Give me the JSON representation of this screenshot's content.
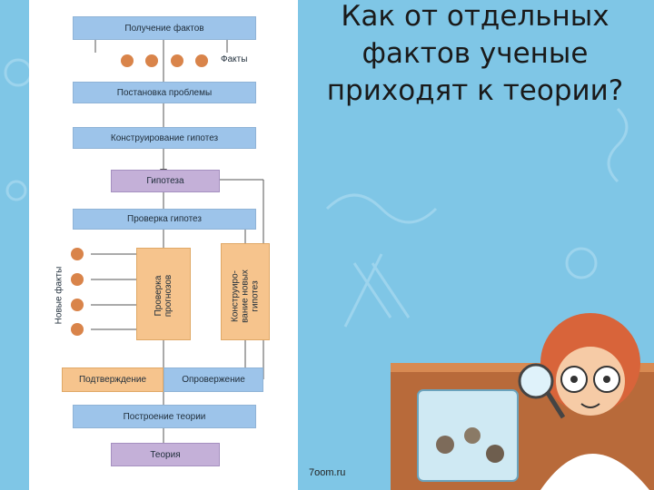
{
  "slide": {
    "title": "Как от отдельных фактов ученые приходят к теории?",
    "watermark": "7oom.ru"
  },
  "diagram": {
    "step_facts": "Получение фактов",
    "facts_label": "Факты",
    "step_problem": "Постановка проблемы",
    "step_construct": "Конструирование гипотез",
    "hypothesis": "Гипотеза",
    "step_check": "Проверка гипотез",
    "new_facts_label": "Новые факты",
    "check_forecasts": "Проверка\nпрогнозов",
    "construct_new": "Конструиро-\nвание новых\nгипотез",
    "confirmation": "Подтверждение",
    "refutation": "Опровержение",
    "build_theory": "Построение теории",
    "theory": "Теория"
  },
  "colors": {
    "background": "#7fc6e6",
    "step_box": "#9dc4ea",
    "hypothesis_box": "#c4b0d8",
    "forecast_box": "#f6c48d",
    "fact_dot": "#d9844a"
  }
}
